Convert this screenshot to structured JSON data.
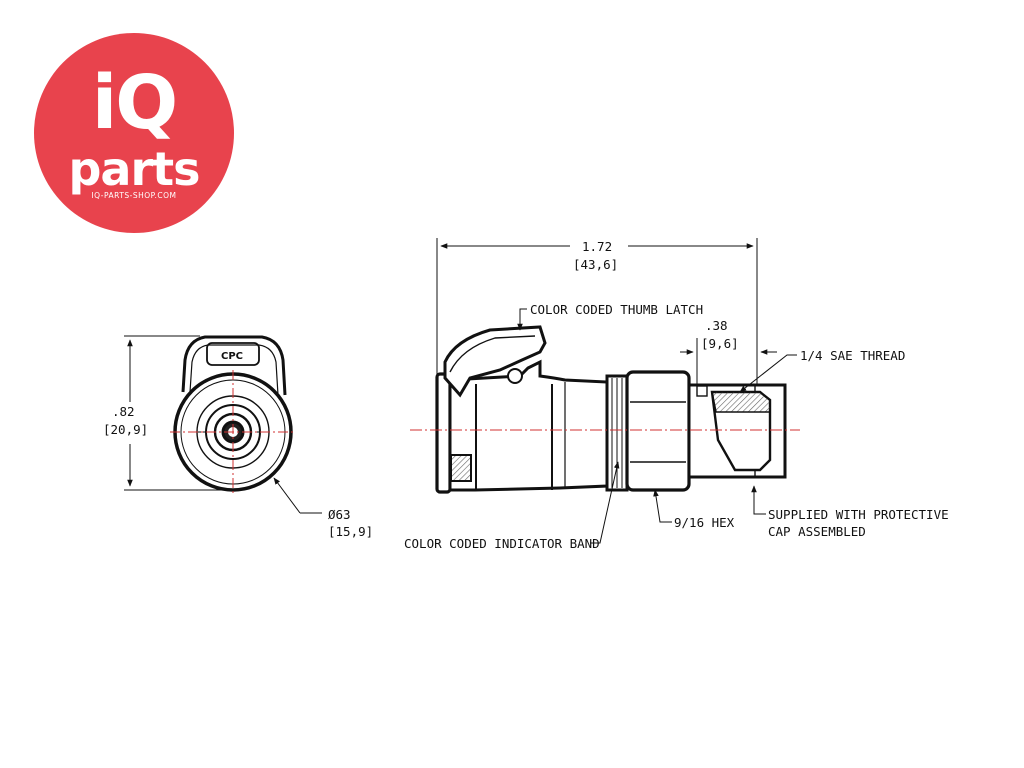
{
  "brand": {
    "name_line1": "iQ",
    "name_line2": "parts",
    "url": "IQ-PARTS-SHOP.COM",
    "color": "#e8434d"
  },
  "drawing": {
    "overall_length": "1.72",
    "overall_length_mm": "[43,6]",
    "height": ".82",
    "height_mm": "[20,9]",
    "diameter": "Ø63",
    "diameter_mm": "[15,9]",
    "thread_length": ".38",
    "thread_length_mm": "[9,6]",
    "logo_mark": "CPC",
    "callouts": {
      "thumb_latch": "COLOR CODED THUMB LATCH",
      "sae_thread": "1/4 SAE THREAD",
      "indicator_band": "COLOR CODED INDICATOR BAND",
      "hex": "9/16 HEX",
      "cap_line1": "SUPPLIED WITH PROTECTIVE",
      "cap_line2": "CAP ASSEMBLED"
    },
    "colors": {
      "line": "#111111",
      "centerline": "#d03030",
      "hatch": "#888888"
    }
  }
}
